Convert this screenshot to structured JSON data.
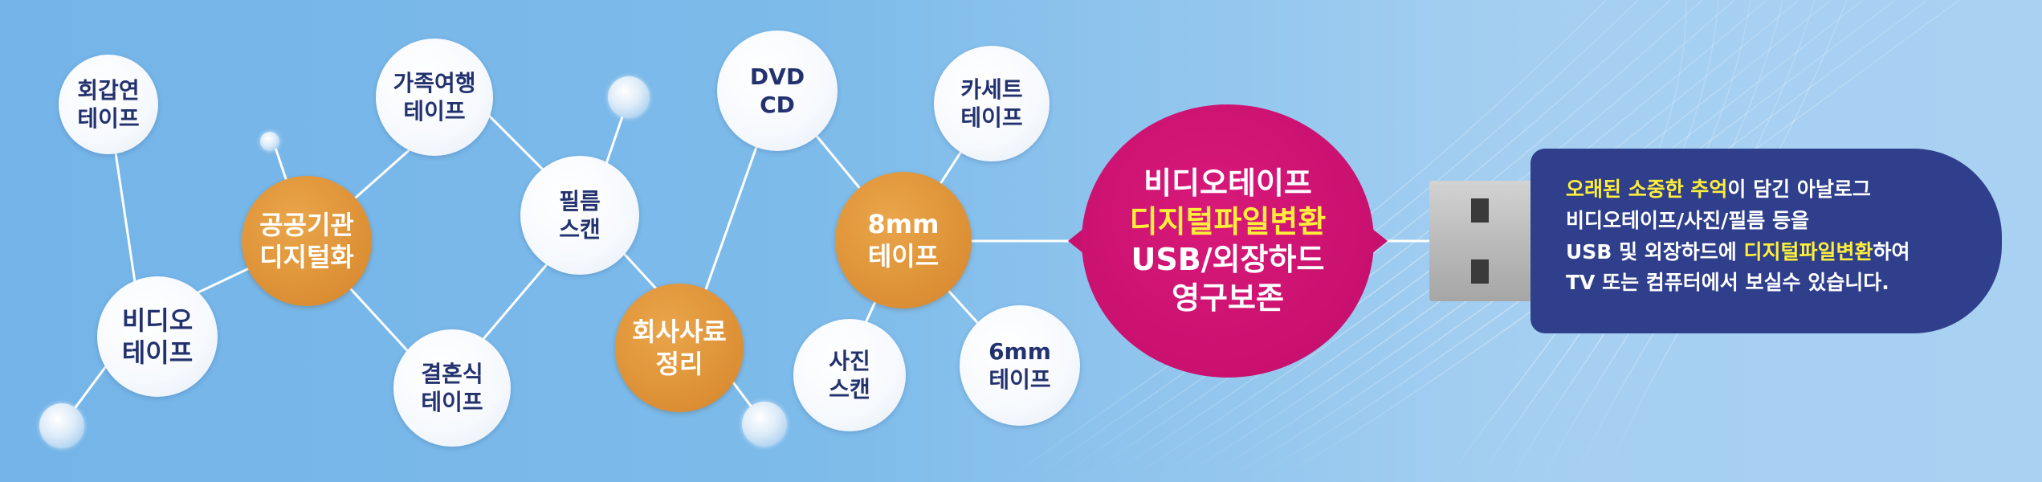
{
  "nodes": {
    "hoegap": [
      "회갑연",
      "테이프"
    ],
    "family": [
      "가족여행",
      "테이프"
    ],
    "dvd": [
      "DVD",
      "CD"
    ],
    "cassette": [
      "카세트",
      "테이프"
    ],
    "public": [
      "공공기관",
      "디지털화"
    ],
    "film": [
      "필름",
      "스캔"
    ],
    "mm8": [
      "8mm",
      "테이프"
    ],
    "video": [
      "비디오",
      "테이프"
    ],
    "wedding": [
      "결혼식",
      "테이프"
    ],
    "company": [
      "회사사료",
      "정리"
    ],
    "photo": [
      "사진",
      "스캔"
    ],
    "mm6": [
      "6mm",
      "테이프"
    ]
  },
  "center": {
    "line1": "비디오테이프",
    "line2": "디지털파일변환",
    "line3": "USB/외장하드",
    "line4": "영구보존"
  },
  "info": {
    "line1_hl": "오래된 소중한 추억",
    "line1_rest": "이 담긴 아날로그",
    "line2": "비디오테이프/사진/필름 등을",
    "line3_pre": "USB 및 외장하드에 ",
    "line3_hl": "디지털파일변환",
    "line3_post": "하여",
    "line4": "TV 또는 컴퓨터에서 보실수 있습니다."
  },
  "colors": {
    "background": "#7dbbea",
    "orange_node": "#dc8f34",
    "pink_node": "#c8106e",
    "info_panel": "#2f3f8c",
    "highlight": "#ffef3a",
    "node_text": "#23326e"
  }
}
